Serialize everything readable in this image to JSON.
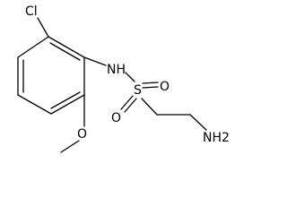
{
  "structure": {
    "atoms": {
      "chlorine": "Cl",
      "amide_nh": "NH",
      "sulfur": "S",
      "oxygen_top": "O",
      "oxygen_bottom": "O",
      "methoxy_oxygen": "O",
      "terminal_amine": "NH2"
    },
    "colors": {
      "bond": "#000000",
      "label": "#000000",
      "background": "#ffffff"
    }
  }
}
